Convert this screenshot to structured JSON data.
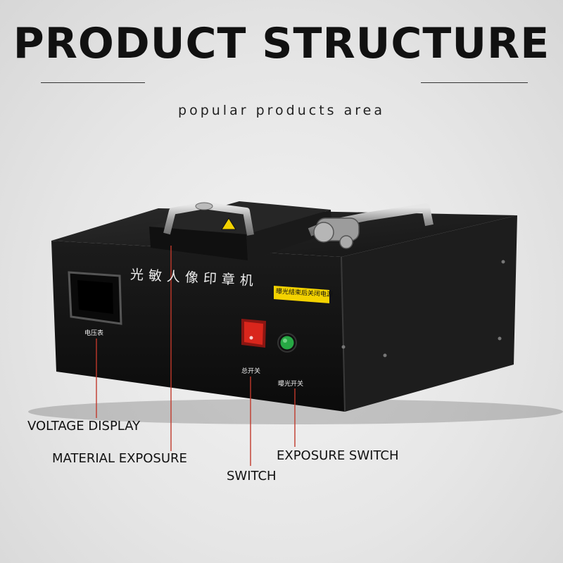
{
  "header": {
    "title": "PRODUCT STRUCTURE",
    "subtitle": "popular products area"
  },
  "machine": {
    "panel_title": "光敏人像印章机",
    "warning_label": "曝光结束后关闭电源",
    "meter_label": "电压表",
    "main_switch_label": "总开关",
    "exposure_switch_label": "曝光开关"
  },
  "callouts": {
    "voltage_display": "VOLTAGE DISPLAY",
    "material_exposure": "MATERIAL EXPOSURE",
    "switch": "SWITCH",
    "exposure_switch": "EXPOSURE SWITCH"
  },
  "colors": {
    "leader_line": "#c0392b",
    "switch_red": "#d9261c",
    "button_green": "#27a844",
    "warning_yellow": "#f3d200"
  }
}
